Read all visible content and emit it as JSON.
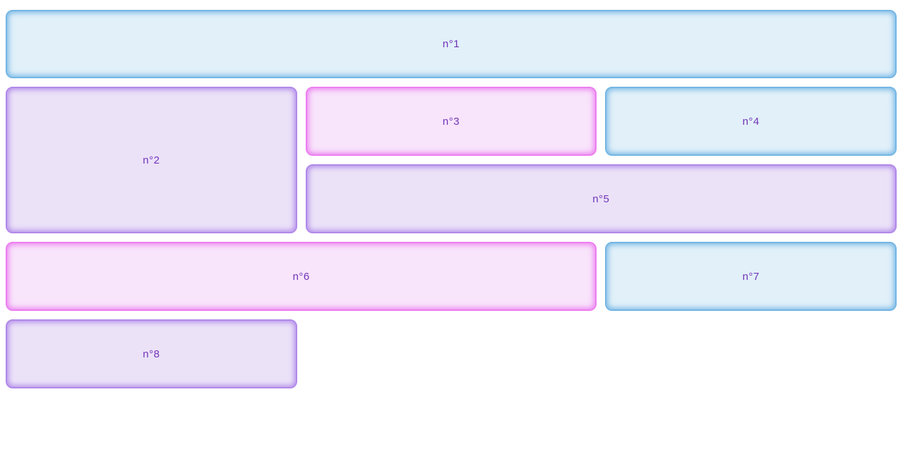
{
  "page": {
    "background": "#ffffff",
    "label_text_color": "#7233b8"
  },
  "colors": {
    "blue_border": "#74b6e4",
    "blue_fill": "#e1f0f9",
    "pink_border": "#ec7ff0",
    "pink_fill": "#f8e4fb",
    "purple_border": "#b189e9",
    "purple_fill": "#ebe2f8"
  },
  "boxes": [
    {
      "id": "n1",
      "label": "n°1",
      "theme": "blue"
    },
    {
      "id": "n2",
      "label": "n°2",
      "theme": "purple"
    },
    {
      "id": "n3",
      "label": "n°3",
      "theme": "pink"
    },
    {
      "id": "n4",
      "label": "n°4",
      "theme": "blue"
    },
    {
      "id": "n5",
      "label": "n°5",
      "theme": "purple"
    },
    {
      "id": "n6",
      "label": "n°6",
      "theme": "pink"
    },
    {
      "id": "n7",
      "label": "n°7",
      "theme": "blue"
    },
    {
      "id": "n8",
      "label": "n°8",
      "theme": "purple"
    }
  ]
}
